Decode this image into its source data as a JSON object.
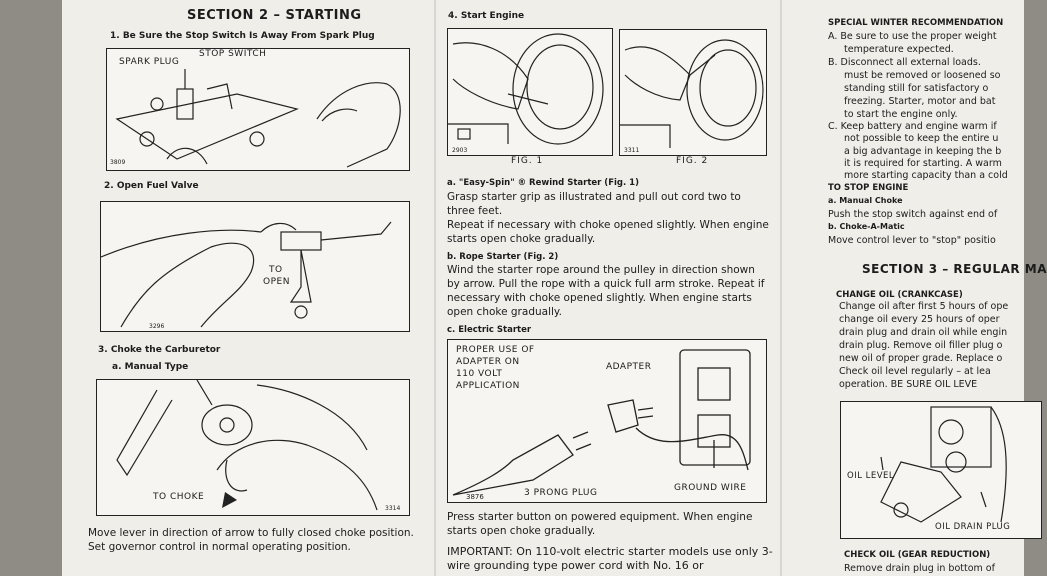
{
  "section2": {
    "title": "SECTION 2 – STARTING",
    "step1": "1. Be Sure the Stop Switch Is Away From Spark Plug",
    "fig1_labels": {
      "spark_plug": "SPARK PLUG",
      "stop_switch": "STOP SWITCH",
      "number": "3809"
    },
    "step2": "2. Open Fuel Valve",
    "fig2_labels": {
      "to": "TO",
      "open": "OPEN",
      "number": "3296"
    },
    "step3": "3. Choke the Carburetor",
    "step3a": "a. Manual Type",
    "fig3_labels": {
      "to_choke": "TO CHOKE",
      "number": "3314"
    },
    "manual_text": "Move lever in direction of arrow to fully closed choke position. Set governor control in normal operating position."
  },
  "step4": {
    "title": "4. Start Engine",
    "fig1": "FIG. 1",
    "fig2": "FIG. 2",
    "fig1_num": "2903",
    "fig2_num": "3311",
    "a_head": "a. \"Easy-Spin\" ® Rewind Starter (Fig. 1)",
    "a_text1": "Grasp starter grip as illustrated and pull out cord two to three feet.",
    "a_text2": "Repeat if necessary with choke opened slightly. When engine starts open choke gradually.",
    "b_head": "b. Rope Starter (Fig. 2)",
    "b_text": "Wind the starter rope around the pulley in direction shown by arrow. Pull the rope with a quick full arm stroke. Repeat if necessary with choke opened slightly. When engine starts open choke gradually.",
    "c_head": "c. Electric Starter",
    "elec_labels": {
      "proper": "PROPER USE OF",
      "adapter_on": "ADAPTER ON",
      "volt": "110 VOLT",
      "application": "APPLICATION",
      "adapter": "ADAPTER",
      "prong": "3 PRONG PLUG",
      "ground": "GROUND WIRE",
      "number": "3876"
    },
    "c_text": "Press starter button on powered equipment. When engine starts open choke gradually.",
    "important": "IMPORTANT: On 110-volt electric starter models use only 3-wire grounding type power cord with No. 16 or"
  },
  "right": {
    "winter_title": "SPECIAL WINTER RECOMMENDATION",
    "winter_a": "A. Be sure to use the proper weight",
    "winter_a2": "temperature expected.",
    "winter_b": "B. Disconnect all external loads.",
    "winter_b_lines": [
      "must be removed or loosened so",
      "standing still for satisfactory o",
      "freezing. Starter, motor and bat",
      "to start the engine only."
    ],
    "winter_c": "C. Keep battery and engine warm if",
    "winter_c_lines": [
      "not possible to keep the entire u",
      "a big advantage in keeping the b",
      "it is required for starting. A warm",
      "more starting capacity than a cold"
    ],
    "stop_title": "TO STOP ENGINE",
    "stop_a": "a. Manual Choke",
    "stop_a_text": "Push the stop switch against end of",
    "stop_b": "b. Choke-A-Matic",
    "stop_b_text": "Move control lever to \"stop\" positio",
    "section3": "SECTION 3 – REGULAR MA",
    "change_oil": "CHANGE OIL (CRANKCASE)",
    "change_lines": [
      "Change oil after first 5 hours of ope",
      "change oil every 25 hours of oper",
      "drain plug and drain oil while engin",
      "drain plug. Remove oil filler plug o",
      "new oil of proper grade. Replace o",
      "Check oil level regularly – at lea",
      "operation. BE SURE OIL LEVE"
    ],
    "oil_level": "OIL LEVEL",
    "oil_drain": "OIL DRAIN PLUG",
    "check_oil": "CHECK OIL (GEAR REDUCTION)",
    "check_text": "Remove drain plug in bottom of"
  }
}
